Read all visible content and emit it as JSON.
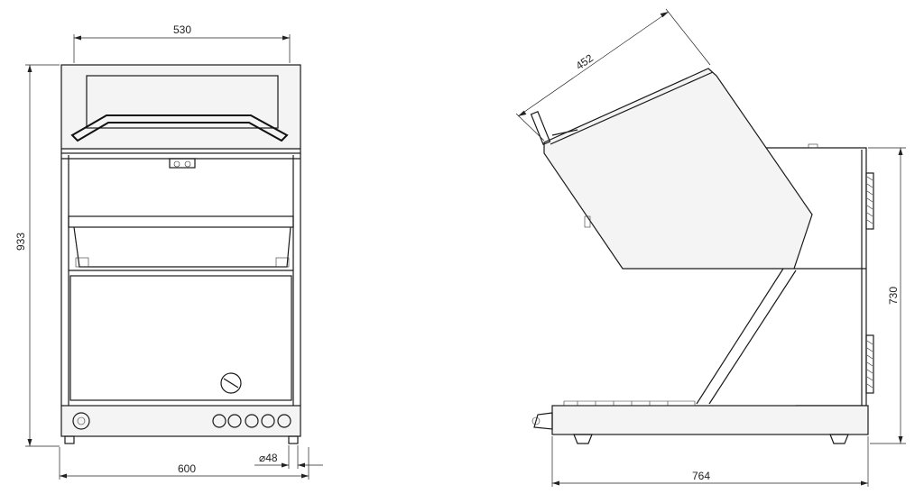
{
  "front_view": {
    "dimensions": {
      "top_width": "530",
      "height": "933",
      "bottom_width": "600",
      "foot_diameter": "⌀48"
    }
  },
  "side_view": {
    "dimensions": {
      "lid_length": "452",
      "height": "730",
      "depth": "764"
    }
  }
}
